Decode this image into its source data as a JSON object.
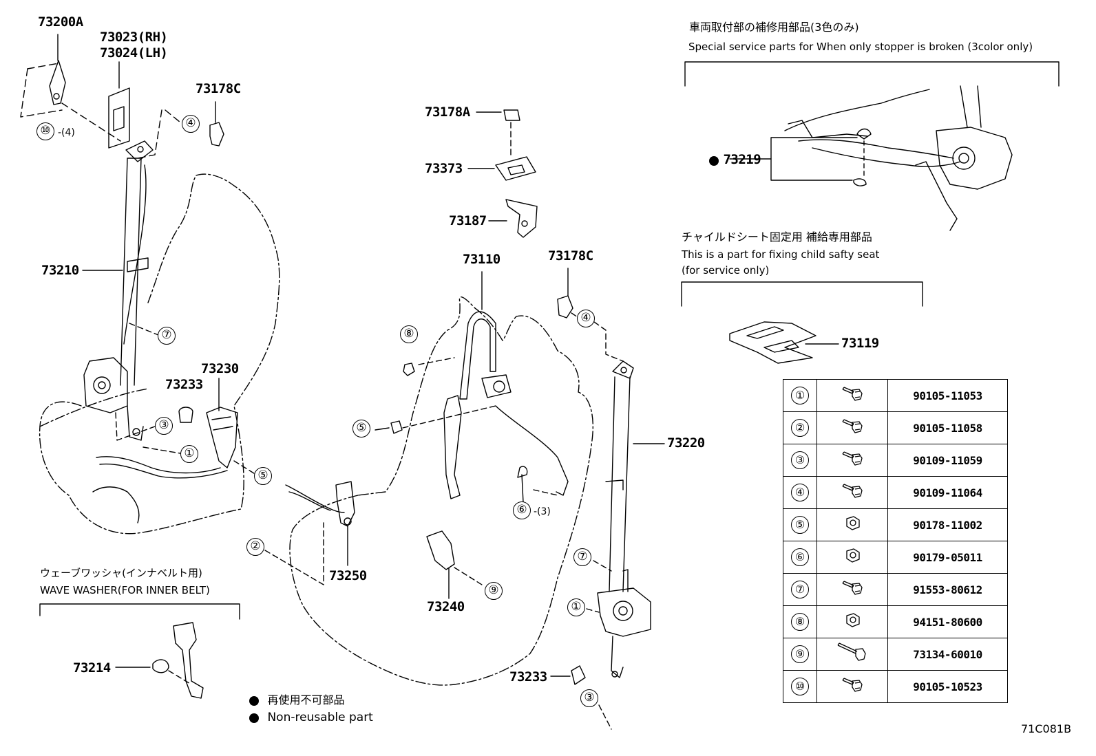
{
  "parts": {
    "p73200A": "73200A",
    "p73023": "73023(RH)",
    "p73024": "73024(LH)",
    "p73178C_left": "73178C",
    "p73210": "73210",
    "p73233_left": "73233",
    "p73230": "73230",
    "p73178A": "73178A",
    "p73373": "73373",
    "p73187": "73187",
    "p73110": "73110",
    "p73178C_mid": "73178C",
    "p73220": "73220",
    "p73250": "73250",
    "p73240": "73240",
    "p73233_mid": "73233",
    "p73214": "73214",
    "p73219": "73219",
    "p73119": "73119"
  },
  "callouts": {
    "n10_top": "⑩",
    "n10_suffix": "-(4)",
    "n4_top": "④",
    "n7_left": "⑦",
    "n3_left": "③",
    "n1_left": "①",
    "n5_left": "⑤",
    "n8_mid": "⑧",
    "n5_mid": "⑤",
    "n6_mid": "⑥",
    "n6_suffix": "-(3)",
    "n2_mid": "②",
    "n9_mid": "⑨",
    "n4_right": "④",
    "n7_right": "⑦",
    "n1_right": "①",
    "n3_right": "③"
  },
  "notes": {
    "service_jp": "車両取付部の補修用部品(3色のみ)",
    "service_en": "Special service parts for When only stopper is broken (3color only)",
    "child_jp": "チャイルドシート固定用 補給専用部品",
    "child_en1": "This is a part for fixing child safty seat",
    "child_en2": "(for service only)",
    "washer_jp": "ウェーブワッシャ(インナベルト用)",
    "washer_en": "WAVE WASHER(FOR INNER BELT)",
    "legend_jp": "再使用不可部品",
    "legend_en": "Non-reusable part",
    "figure_code": "71C081B"
  },
  "fastener_table": [
    {
      "num": "①",
      "part": "90105-11053",
      "icon": "bolt-icon"
    },
    {
      "num": "②",
      "part": "90105-11058",
      "icon": "bolt-icon"
    },
    {
      "num": "③",
      "part": "90109-11059",
      "icon": "bolt-icon"
    },
    {
      "num": "④",
      "part": "90109-11064",
      "icon": "bolt-icon"
    },
    {
      "num": "⑤",
      "part": "90178-11002",
      "icon": "nut-icon"
    },
    {
      "num": "⑥",
      "part": "90179-05011",
      "icon": "nut-icon"
    },
    {
      "num": "⑦",
      "part": "91553-80612",
      "icon": "bolt-icon"
    },
    {
      "num": "⑧",
      "part": "94151-80600",
      "icon": "nut-icon"
    },
    {
      "num": "⑨",
      "part": "73134-60010",
      "icon": "long-bolt-icon"
    },
    {
      "num": "⑩",
      "part": "90105-10523",
      "icon": "bolt-icon"
    }
  ]
}
